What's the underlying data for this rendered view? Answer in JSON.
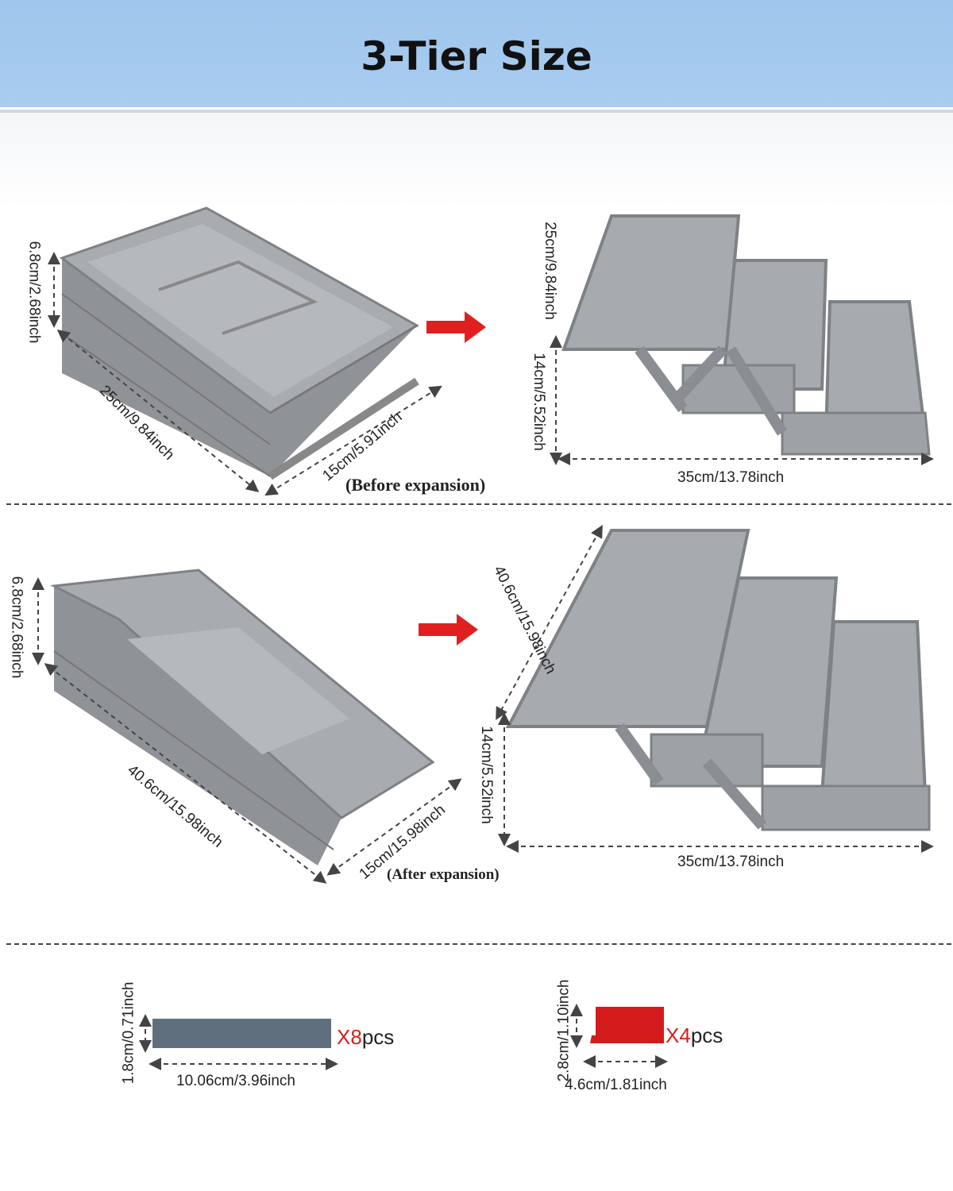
{
  "header": {
    "title": "3-Tier Size"
  },
  "before": {
    "height_label": "6.8cm/2.68inch",
    "length_label": "25cm/9.84inch",
    "width_label": "15cm/5.91inch",
    "caption": "(Before expansion)",
    "expanded_depth_label": "25cm/9.84inch",
    "expanded_height_label": "14cm/5.52inch",
    "expanded_width_label": "35cm/13.78inch"
  },
  "after": {
    "height_label": "6.8cm/2.68inch",
    "length_label": "40.6cm/15.98inch",
    "width_label": "15cm/15.98inch",
    "caption": "(After expansion)",
    "expanded_depth_label": "40.6cm/15.98inch",
    "expanded_height_label": "14cm/5.52inch",
    "expanded_width_label": "35cm/13.78inch"
  },
  "accessories": [
    {
      "height_label": "1.8cm/0.71inch",
      "width_label": "10.06cm/3.96inch",
      "qty_prefix": "X8",
      "qty_suffix": "pcs",
      "color": "#5f6f7d"
    },
    {
      "height_label": "2.8cm/1.10inch",
      "width_label": "4.6cm/1.81inch",
      "qty_prefix": "X4",
      "qty_suffix": "pcs",
      "color": "#d41c1c"
    }
  ],
  "colors": {
    "header_bg": "#a3c8ee",
    "arrow": "#e02020",
    "tray": "#a3a7ab"
  }
}
